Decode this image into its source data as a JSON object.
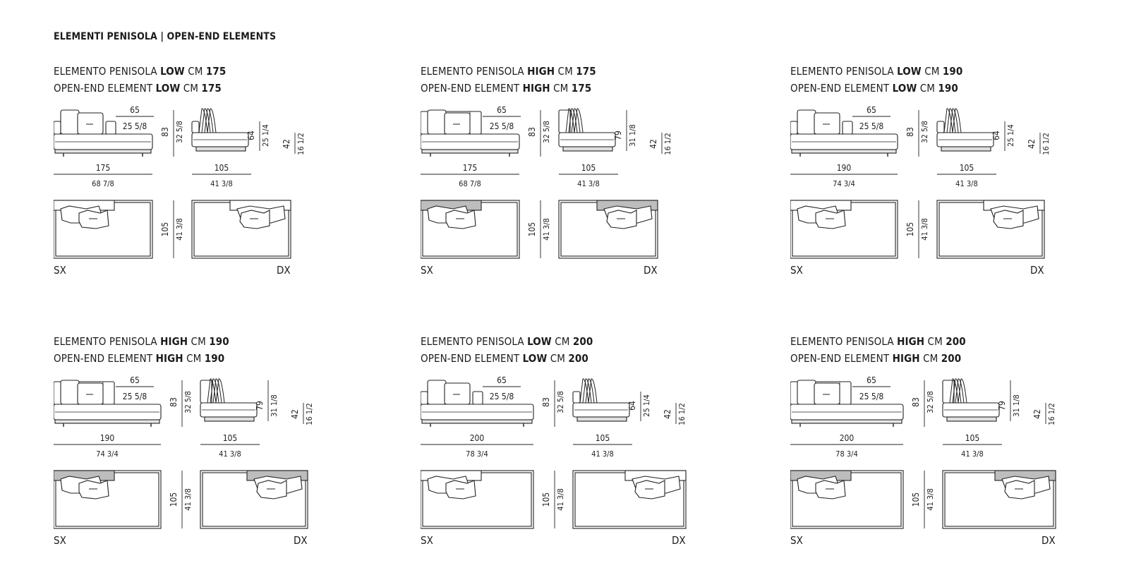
{
  "heading": "ELEMENTI PENISOLA  |  OPEN-END ELEMENTS",
  "elements": [
    {
      "it_prefix": "ELEMENTO PENISOLA ",
      "it_variant": "LOW",
      "it_cm": " CM ",
      "it_size": "175",
      "en_prefix": "OPEN-END ELEMENT ",
      "en_variant": "LOW",
      "en_cm": " CM ",
      "en_size": "175",
      "seat_depth_cm": "65",
      "seat_depth_in": "25 5/8",
      "height_cm": "83",
      "height_in": "32 5/8",
      "side_height_cm": "64",
      "side_height_in": "25 1/4",
      "seat_height_cm": "42",
      "seat_height_in": "16 1/2",
      "width_cm": "175",
      "width_in": "68 7/8",
      "side_width_cm": "105",
      "side_width_in": "41 3/8",
      "depth_cm": "105",
      "depth_in": "41 3/8",
      "left": "SX",
      "right": "DX"
    },
    {
      "it_prefix": "ELEMENTO PENISOLA ",
      "it_variant": "HIGH",
      "it_cm": " CM ",
      "it_size": "175",
      "en_prefix": "OPEN-END ELEMENT ",
      "en_variant": "HIGH",
      "en_cm": " CM ",
      "en_size": "175",
      "seat_depth_cm": "65",
      "seat_depth_in": "25 5/8",
      "height_cm": "83",
      "height_in": "32 5/8",
      "side_height_cm": "79",
      "side_height_in": "31 1/8",
      "seat_height_cm": "42",
      "seat_height_in": "16 1/2",
      "width_cm": "175",
      "width_in": "68 7/8",
      "side_width_cm": "105",
      "side_width_in": "41 3/8",
      "depth_cm": "105",
      "depth_in": "41 3/8",
      "left": "SX",
      "right": "DX"
    },
    {
      "it_prefix": "ELEMENTO PENISOLA ",
      "it_variant": "LOW",
      "it_cm": " CM ",
      "it_size": "190",
      "en_prefix": "OPEN-END ELEMENT ",
      "en_variant": "LOW",
      "en_cm": " CM ",
      "en_size": "190",
      "seat_depth_cm": "65",
      "seat_depth_in": "25 5/8",
      "height_cm": "83",
      "height_in": "32 5/8",
      "side_height_cm": "64",
      "side_height_in": "25 1/4",
      "seat_height_cm": "42",
      "seat_height_in": "16 1/2",
      "width_cm": "190",
      "width_in": "74 3/4",
      "side_width_cm": "105",
      "side_width_in": "41 3/8",
      "depth_cm": "105",
      "depth_in": "41 3/8",
      "left": "SX",
      "right": "DX"
    },
    {
      "it_prefix": "ELEMENTO PENISOLA ",
      "it_variant": "HIGH",
      "it_cm": " CM ",
      "it_size": "190",
      "en_prefix": "OPEN-END ELEMENT ",
      "en_variant": "HIGH",
      "en_cm": " CM ",
      "en_size": "190",
      "seat_depth_cm": "65",
      "seat_depth_in": "25 5/8",
      "height_cm": "83",
      "height_in": "32 5/8",
      "side_height_cm": "79",
      "side_height_in": "31 1/8",
      "seat_height_cm": "42",
      "seat_height_in": "16 1/2",
      "width_cm": "190",
      "width_in": "74 3/4",
      "side_width_cm": "105",
      "side_width_in": "41 3/8",
      "depth_cm": "105",
      "depth_in": "41 3/8",
      "left": "SX",
      "right": "DX"
    },
    {
      "it_prefix": "ELEMENTO PENISOLA ",
      "it_variant": "LOW",
      "it_cm": " CM ",
      "it_size": "200",
      "en_prefix": "OPEN-END ELEMENT ",
      "en_variant": "LOW",
      "en_cm": " CM ",
      "en_size": "200",
      "seat_depth_cm": "65",
      "seat_depth_in": "25 5/8",
      "height_cm": "83",
      "height_in": "32 5/8",
      "side_height_cm": "64",
      "side_height_in": "25 1/4",
      "seat_height_cm": "42",
      "seat_height_in": "16 1/2",
      "width_cm": "200",
      "width_in": "78 3/4",
      "side_width_cm": "105",
      "side_width_in": "41 3/8",
      "depth_cm": "105",
      "depth_in": "41 3/8",
      "left": "SX",
      "right": "DX"
    },
    {
      "it_prefix": "ELEMENTO PENISOLA ",
      "it_variant": "HIGH",
      "it_cm": " CM ",
      "it_size": "200",
      "en_prefix": "OPEN-END ELEMENT ",
      "en_variant": "HIGH",
      "en_cm": " CM ",
      "en_size": "200",
      "seat_depth_cm": "65",
      "seat_depth_in": "25 5/8",
      "height_cm": "83",
      "height_in": "32 5/8",
      "side_height_cm": "79",
      "side_height_in": "31 1/8",
      "seat_height_cm": "42",
      "seat_height_in": "16 1/2",
      "width_cm": "200",
      "width_in": "78 3/4",
      "side_width_cm": "105",
      "side_width_in": "41 3/8",
      "depth_cm": "105",
      "depth_in": "41 3/8",
      "left": "SX",
      "right": "DX"
    }
  ]
}
